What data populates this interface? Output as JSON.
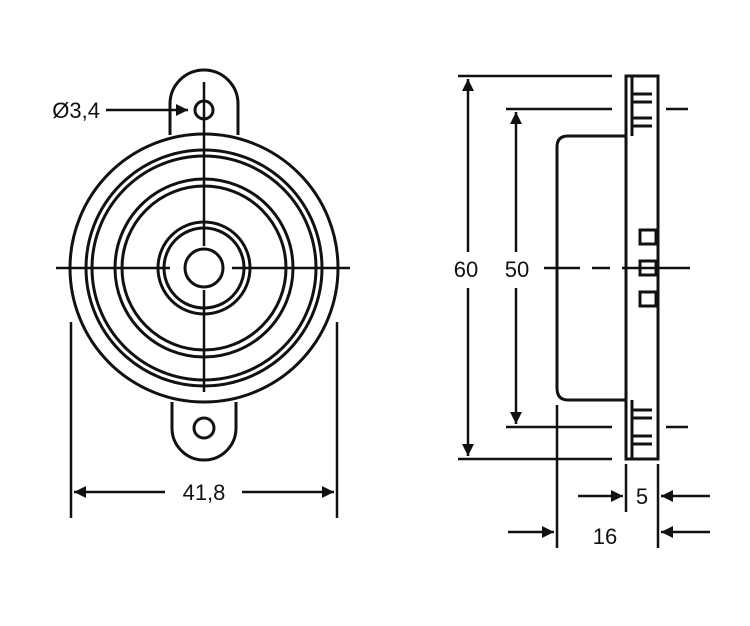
{
  "labels": {
    "hole_diameter": "Ø3,4",
    "overall_width": "41,8",
    "overall_height": "60",
    "body_height": "50",
    "flange_thickness": "5",
    "overall_depth": "16"
  },
  "colors": {
    "line": "#111111",
    "background": "#ffffff"
  }
}
